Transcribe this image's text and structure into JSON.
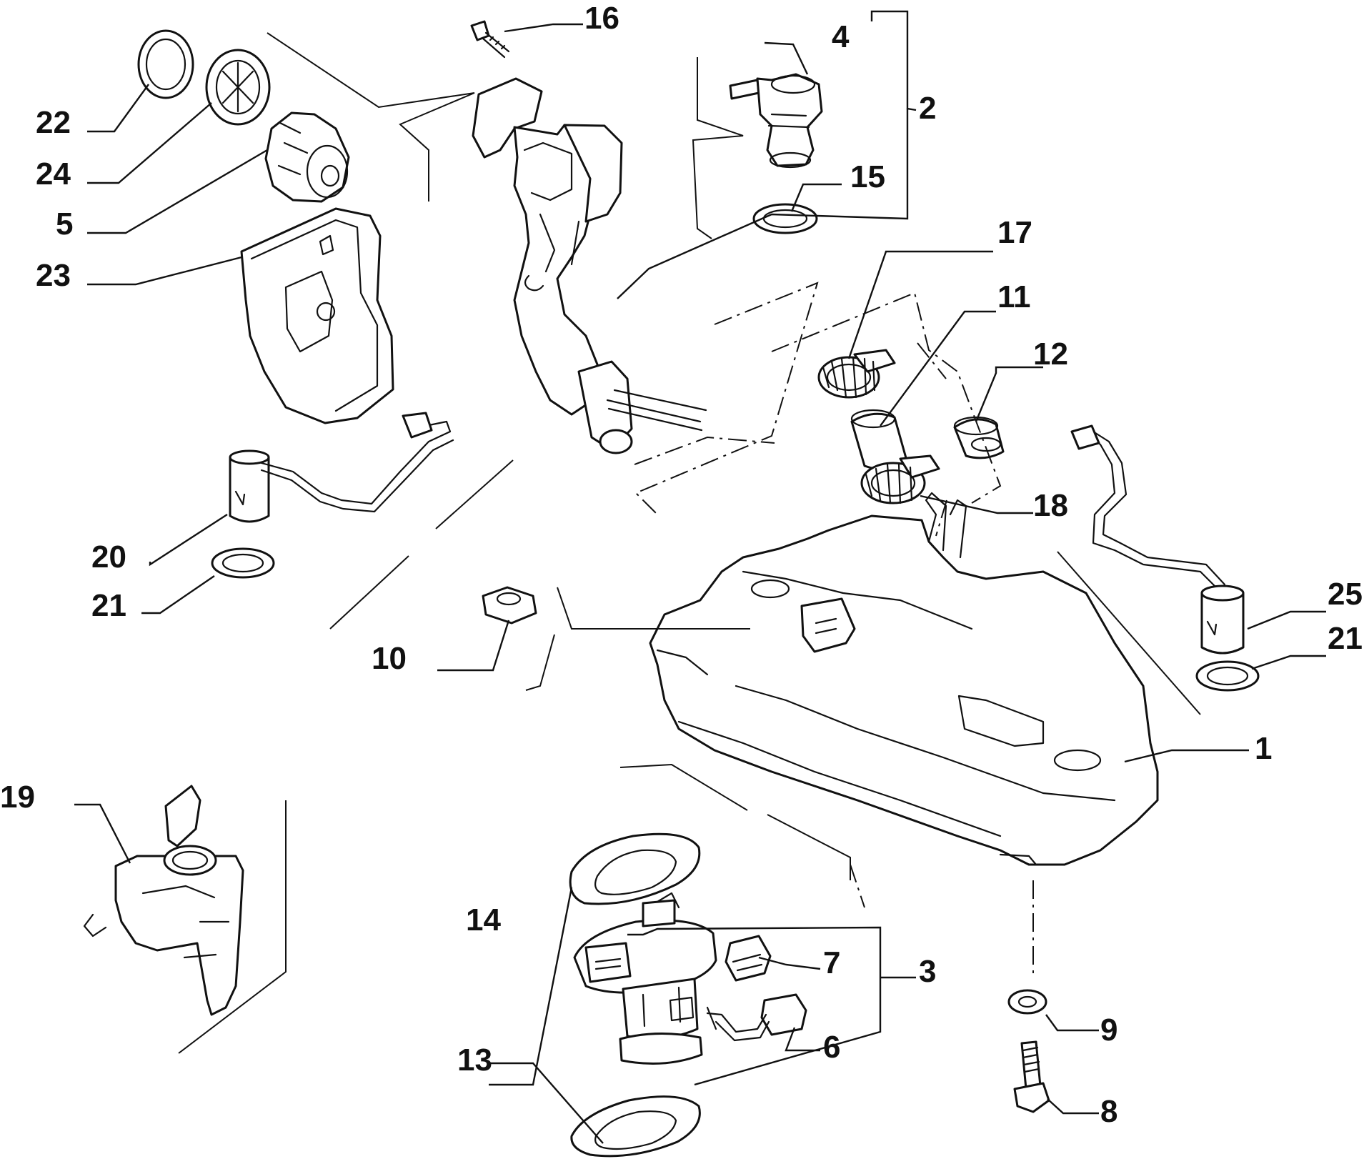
{
  "diagram": {
    "type": "exploded-parts-diagram",
    "line_color": "#111111",
    "background": "#ffffff",
    "callouts": {
      "c1": "1",
      "c2": "2",
      "c3": "3",
      "c4": "4",
      "c5": "5",
      "c6": "6",
      "c7": "7",
      "c8": "8",
      "c9": "9",
      "c10": "10",
      "c11": "11",
      "c12": "12",
      "c13": "13",
      "c14": "14",
      "c15": "15",
      "c16": "16",
      "c17": "17",
      "c18": "18",
      "c19": "19",
      "c20": "20",
      "c21a": "21",
      "c21b": "21",
      "c22": "22",
      "c23": "23",
      "c24": "24",
      "c25": "25"
    }
  }
}
